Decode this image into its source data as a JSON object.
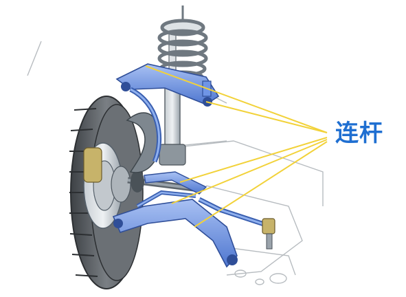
{
  "callout": {
    "label": "连杆"
  },
  "colors": {
    "link_blue": "#6f95e6",
    "link_dark": "#3a5fb0",
    "leader_yellow": "#f2d23a",
    "label_blue": "#1f6fd1",
    "tire": "#5f6468",
    "metal": "#9aa3ab",
    "spring": "#8c949c"
  },
  "icons": [
    "tire",
    "brake-disc",
    "coil-spring",
    "shock-absorber",
    "control-arm",
    "stabilizer-link",
    "drive-shaft",
    "subframe"
  ]
}
